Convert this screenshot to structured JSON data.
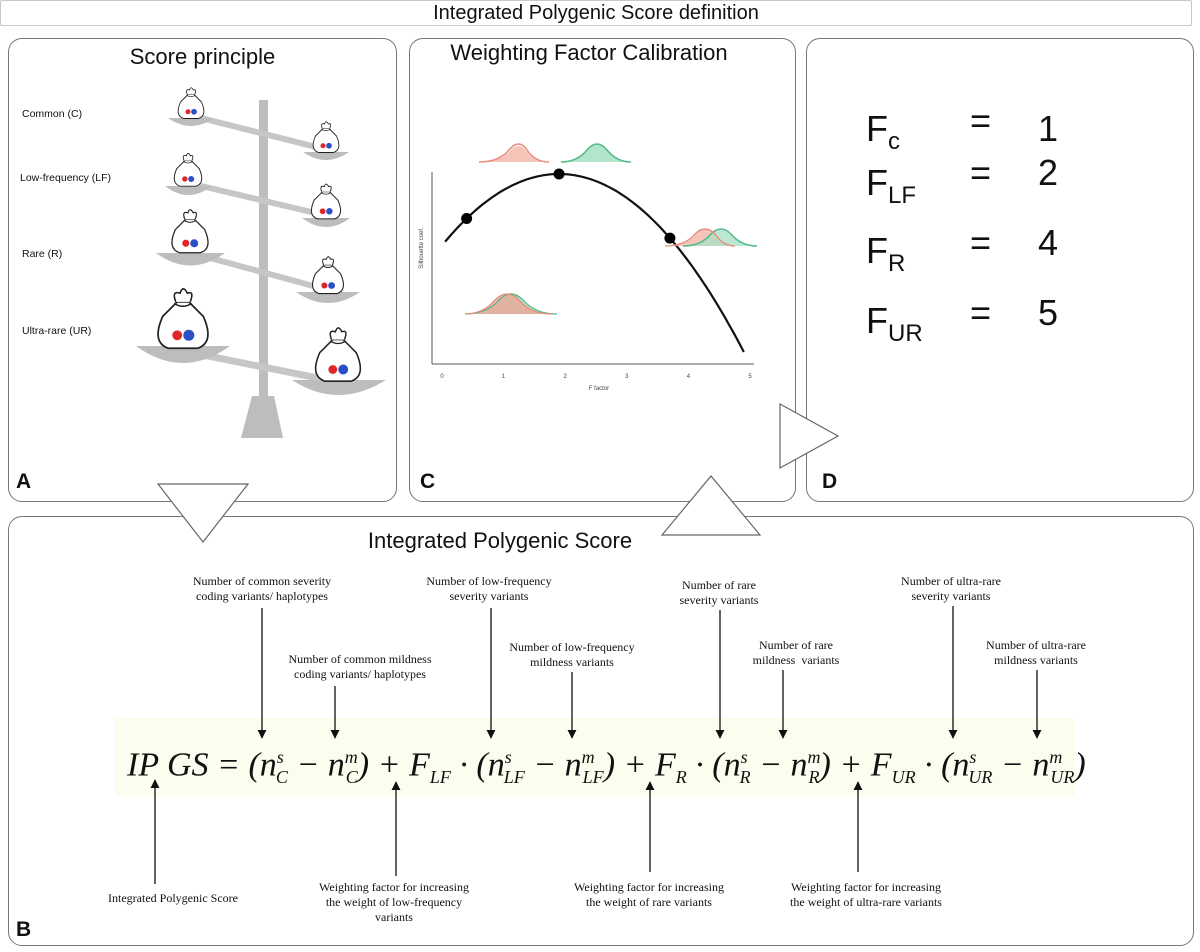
{
  "header": {
    "title": "Integrated Polygenic Score definition"
  },
  "panel_a": {
    "letter": "A",
    "title": "Score principle",
    "categories": [
      "Common (C)",
      "Low-frequency (LF)",
      "Rare (R)",
      "Ultra-rare (UR)"
    ]
  },
  "panel_c": {
    "letter": "C",
    "title": "Weighting Factor Calibration",
    "chart_data": {
      "type": "line",
      "xlabel": "F factor",
      "ylabel": "Silhouette coef.",
      "xticks": [
        "0",
        "1",
        "2",
        "3",
        "4",
        "5"
      ],
      "xlim": [
        0,
        5
      ],
      "highlighted_points": [
        {
          "x": 0.4,
          "label": ""
        },
        {
          "x": 1.9,
          "label": ""
        },
        {
          "x": 3.7,
          "label": ""
        }
      ],
      "series_colors": {
        "severity": "#f0a090",
        "mildness": "#7fcfa8"
      }
    }
  },
  "panel_d": {
    "letter": "D",
    "factors": [
      {
        "name": "F",
        "sub": "c",
        "eq": "=",
        "value": "1"
      },
      {
        "name": "F",
        "sub": "LF",
        "eq": "=",
        "value": "2"
      },
      {
        "name": "F",
        "sub": "R",
        "eq": "=",
        "value": "4"
      },
      {
        "name": "F",
        "sub": "UR",
        "eq": "=",
        "value": "5"
      }
    ]
  },
  "panel_b": {
    "letter": "B",
    "title": "Integrated Polygenic Score",
    "top_annotations": {
      "common_severity": "Number of common severity\ncoding variants/ haplotypes",
      "common_mildness": "Number of common mildness\ncoding variants/ haplotypes",
      "lf_severity": "Number of low-frequency\nseverity variants",
      "lf_mildness": "Number of low-frequency\nmildness variants",
      "rare_severity": "Number of rare\nseverity variants",
      "rare_mildness": "Number of rare\nmildness  variants",
      "ur_severity": "Number of ultra-rare\nseverity variants",
      "ur_mildness": "Number of ultra-rare\nmildness variants"
    },
    "bottom_annotations": {
      "ipgs": "Integrated Polygenic Score",
      "w_lf": "Weighting factor for increasing\nthe weight of low-frequency\nvariants",
      "w_r": "Weighting factor for increasing\nthe weight of rare variants",
      "w_ur": "Weighting factor for increasing\nthe weight of ultra-rare variants"
    }
  }
}
